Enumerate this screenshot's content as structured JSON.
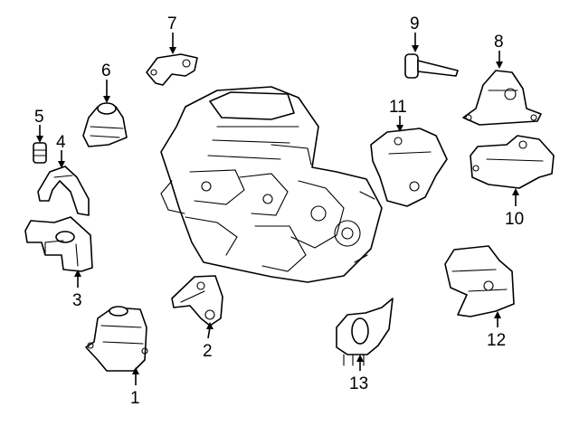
{
  "callouts": [
    {
      "number": "1"
    },
    {
      "number": "2"
    },
    {
      "number": "3"
    },
    {
      "number": "4"
    },
    {
      "number": "5"
    },
    {
      "number": "6"
    },
    {
      "number": "7"
    },
    {
      "number": "8"
    },
    {
      "number": "9"
    },
    {
      "number": "10"
    },
    {
      "number": "11"
    },
    {
      "number": "12"
    },
    {
      "number": "13"
    }
  ]
}
